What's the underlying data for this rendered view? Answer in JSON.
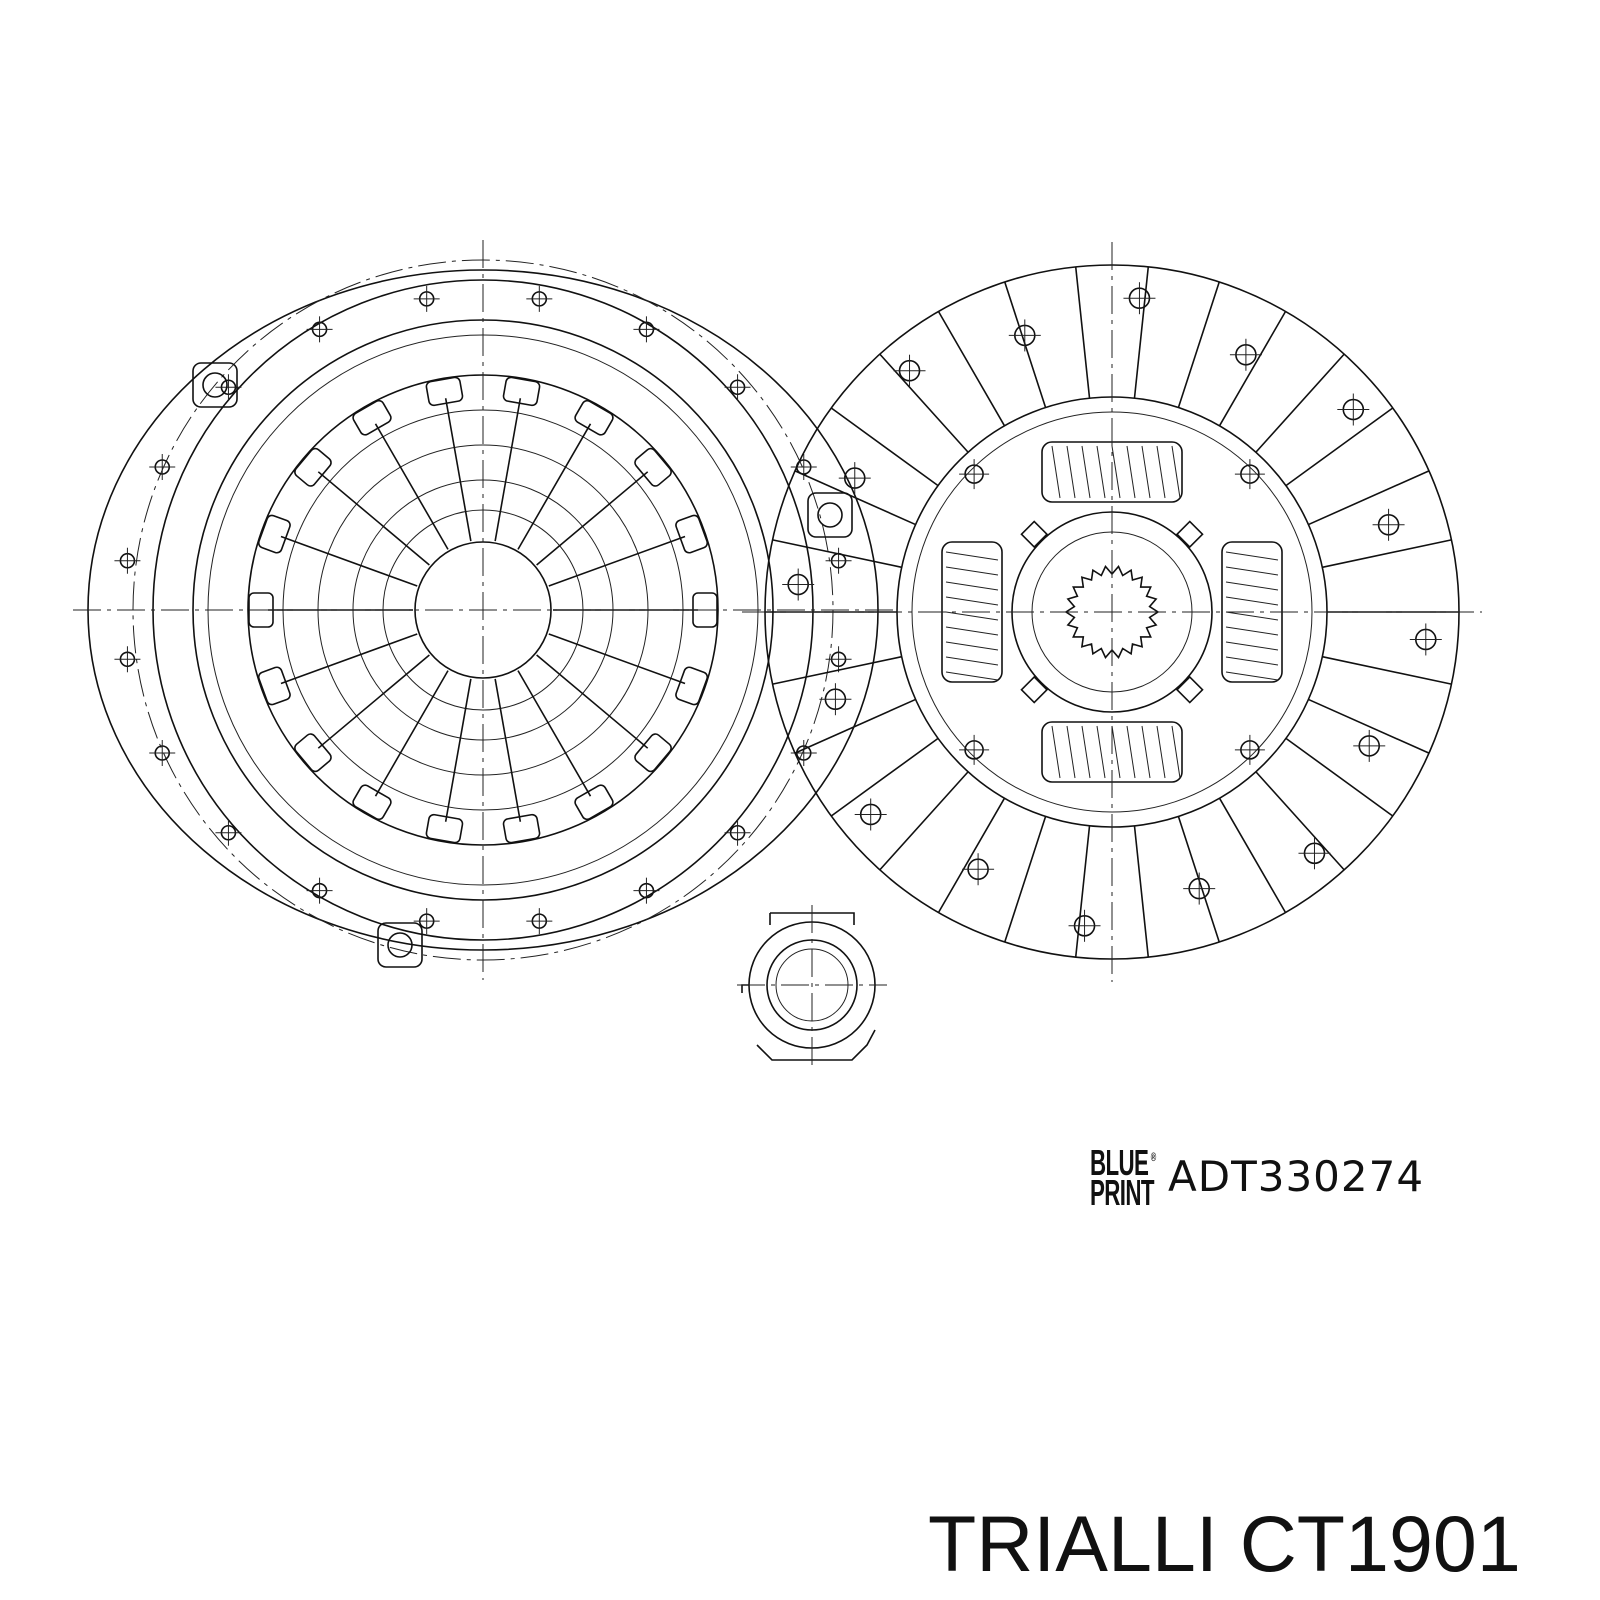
{
  "brand_logo": {
    "line1": "BLUE",
    "line2": "PRINT",
    "mark": "®"
  },
  "part_number": "ADT330274",
  "caption": "TRIALLI CT1901",
  "drawing": {
    "components": [
      "pressure-plate",
      "clutch-disc",
      "release-bearing"
    ],
    "line_color": "#111111",
    "background": "#ffffff"
  }
}
